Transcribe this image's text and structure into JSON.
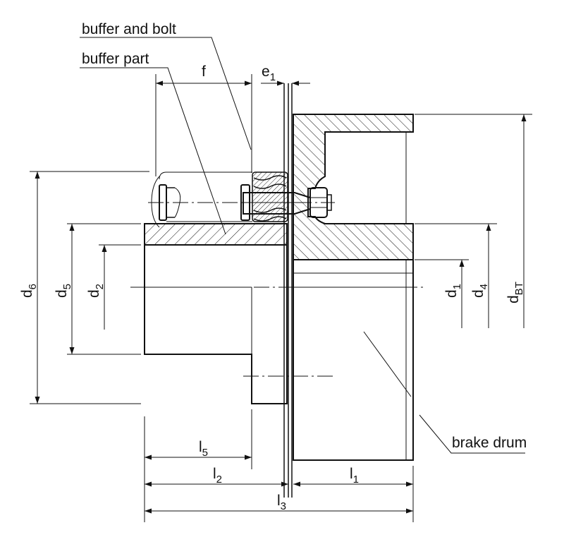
{
  "callouts": {
    "buffer_and_bolt": "buffer and bolt",
    "buffer_part": "buffer part",
    "brake_drum": "brake drum"
  },
  "dimensions": {
    "f": "f",
    "e1": {
      "base": "e",
      "sub": "1"
    },
    "d6": {
      "base": "d",
      "sub": "6"
    },
    "d5": {
      "base": "d",
      "sub": "5"
    },
    "d2": {
      "base": "d",
      "sub": "2"
    },
    "d1": {
      "base": "d",
      "sub": "1"
    },
    "d4": {
      "base": "d",
      "sub": "4"
    },
    "dBT": {
      "base": "d",
      "sub": "BT"
    },
    "l5": {
      "base": "l",
      "sub": "5"
    },
    "l2": {
      "base": "l",
      "sub": "2"
    },
    "l1": {
      "base": "l",
      "sub": "1"
    },
    "l3": {
      "base": "l",
      "sub": "3"
    }
  }
}
